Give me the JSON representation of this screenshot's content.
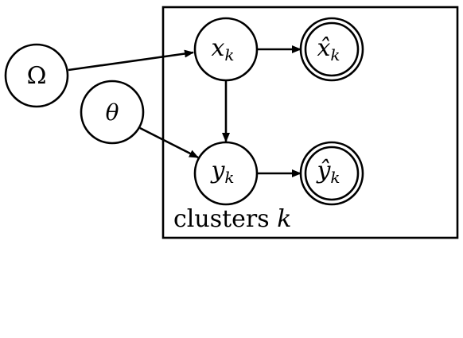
{
  "plate": {
    "label_text": "clusters",
    "label_var": "k"
  },
  "nodes": {
    "omega": {
      "symbol": "Ω",
      "observed": false
    },
    "theta": {
      "symbol": "θ",
      "observed": false
    },
    "x_k": {
      "symbol": "x",
      "subscript": "k",
      "observed": false
    },
    "y_k": {
      "symbol": "y",
      "subscript": "k",
      "observed": false
    },
    "x_hat_k": {
      "symbol": "x̂",
      "subscript": "k",
      "observed": true
    },
    "y_hat_k": {
      "symbol": "ŷ",
      "subscript": "k",
      "observed": true
    }
  },
  "edges": [
    {
      "from": "omega",
      "to": "x_k"
    },
    {
      "from": "theta",
      "to": "y_k"
    },
    {
      "from": "x_k",
      "to": "x_hat_k"
    },
    {
      "from": "x_k",
      "to": "y_k"
    },
    {
      "from": "y_k",
      "to": "y_hat_k"
    }
  ]
}
